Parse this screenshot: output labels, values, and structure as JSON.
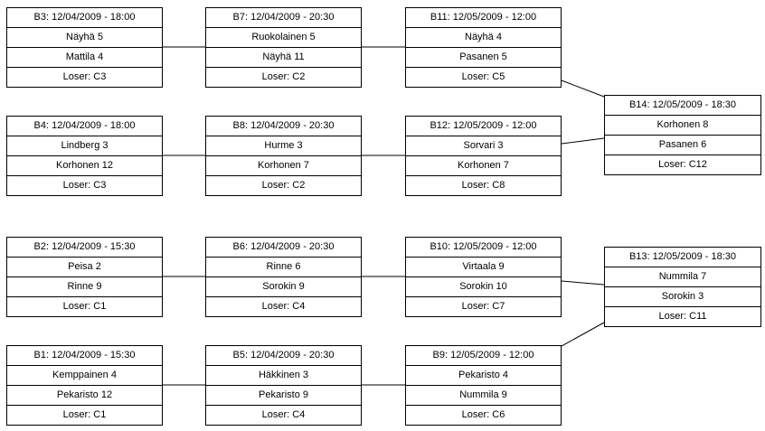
{
  "diagram": {
    "type": "tournament-bracket",
    "colors": {
      "border": "#000000",
      "background": "#ffffff",
      "text": "#000000"
    },
    "matches": {
      "B1": {
        "header": "B1: 12/04/2009 - 15:30",
        "player1": "Kemppainen 4",
        "player2": "Pekaristo 12",
        "loser": "Loser: C1"
      },
      "B2": {
        "header": "B2: 12/04/2009 - 15:30",
        "player1": "Peisa 2",
        "player2": "Rinne 9",
        "loser": "Loser: C1"
      },
      "B3": {
        "header": "B3: 12/04/2009 - 18:00",
        "player1": "Näyhä 5",
        "player2": "Mattila 4",
        "loser": "Loser: C3"
      },
      "B4": {
        "header": "B4: 12/04/2009 - 18:00",
        "player1": "Lindberg 3",
        "player2": "Korhonen 12",
        "loser": "Loser: C3"
      },
      "B5": {
        "header": "B5: 12/04/2009 - 20:30",
        "player1": "Häkkinen 3",
        "player2": "Pekaristo 9",
        "loser": "Loser: C4"
      },
      "B6": {
        "header": "B6: 12/04/2009 - 20:30",
        "player1": "Rinne 6",
        "player2": "Sorokin 9",
        "loser": "Loser: C4"
      },
      "B7": {
        "header": "B7: 12/04/2009 - 20:30",
        "player1": "Ruokolainen 5",
        "player2": "Näyhä 11",
        "loser": "Loser: C2"
      },
      "B8": {
        "header": "B8: 12/04/2009 - 20:30",
        "player1": "Hurme 3",
        "player2": "Korhonen 7",
        "loser": "Loser: C2"
      },
      "B9": {
        "header": "B9: 12/05/2009 - 12:00",
        "player1": "Pekaristo 4",
        "player2": "Nummila 9",
        "loser": "Loser: C6"
      },
      "B10": {
        "header": "B10: 12/05/2009 - 12:00",
        "player1": "Virtaala 9",
        "player2": "Sorokin 10",
        "loser": "Loser: C7"
      },
      "B11": {
        "header": "B11: 12/05/2009 - 12:00",
        "player1": "Näyhä 4",
        "player2": "Pasanen 5",
        "loser": "Loser: C5"
      },
      "B12": {
        "header": "B12: 12/05/2009 - 12:00",
        "player1": "Sorvari 3",
        "player2": "Korhonen 7",
        "loser": "Loser: C8"
      },
      "B13": {
        "header": "B13: 12/05/2009 - 18:30",
        "player1": "Nummila 7",
        "player2": "Sorokin 3",
        "loser": "Loser: C11"
      },
      "B14": {
        "header": "B14: 12/05/2009 - 18:30",
        "player1": "Korhonen 8",
        "player2": "Pasanen 6",
        "loser": "Loser: C12"
      }
    }
  }
}
